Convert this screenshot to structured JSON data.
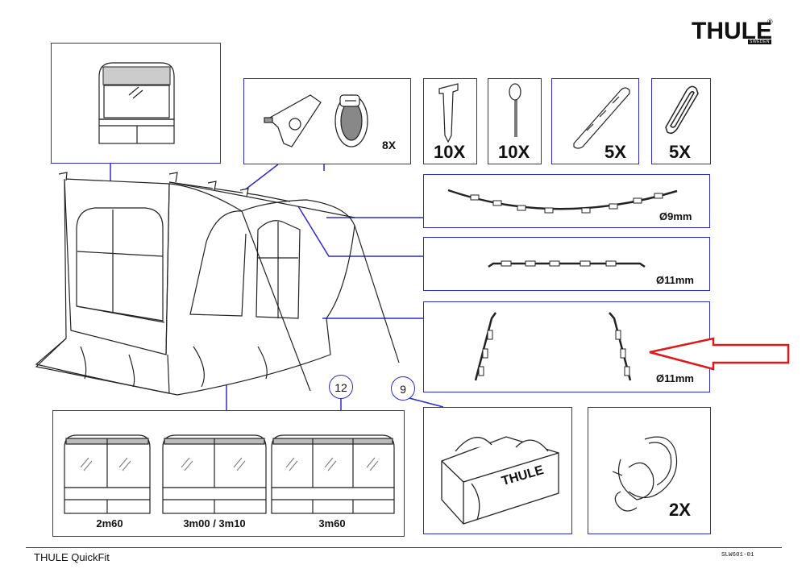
{
  "brand": {
    "logo": "THULE",
    "logo_sub": "SWEDEN",
    "registered": "®"
  },
  "parts": {
    "adapter_qty": "8X",
    "peg_qty": "10X",
    "pin_peg_qty": "10X",
    "bracket_qty": "5X",
    "clip_qty": "5X",
    "pole_1_diameter": "Ø9mm",
    "pole_2_diameter": "Ø11mm",
    "pole_3_diameter": "Ø11mm",
    "rope_qty": "2X"
  },
  "callouts": {
    "panels_number": "12",
    "bag_number": "9"
  },
  "front_panels": {
    "size_1": "2m60",
    "size_2": "3m00 / 3m10",
    "size_3": "3m60"
  },
  "bag": {
    "brand": "THULE"
  },
  "footer": {
    "title": "THULE QuickFit",
    "code": "SLW601-01"
  },
  "colors": {
    "frame_blue": "#2a2ad0",
    "arrow_red": "#e01818",
    "line_art": "#222222"
  }
}
